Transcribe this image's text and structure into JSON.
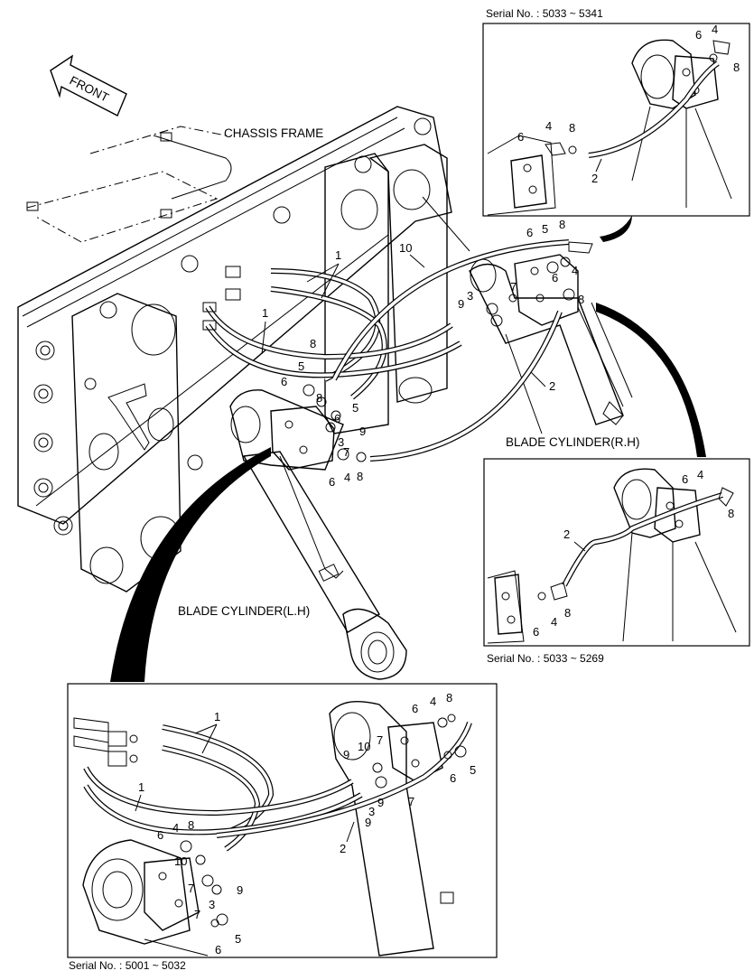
{
  "labels": {
    "front": "FRONT",
    "chassis_frame": "CHASSIS FRAME",
    "blade_cylinder_rh": "BLADE CYLINDER(R.H)",
    "blade_cylinder_lh": "BLADE CYLINDER(L.H)"
  },
  "serials": {
    "top_right": "Serial No. : 5033 ~ 5341",
    "mid_right": "Serial No. : 5033 ~ 5269",
    "bottom": "Serial No. : 5001 ~ 5032"
  },
  "callouts": {
    "main": [
      "1",
      "1",
      "10",
      "5",
      "6",
      "8",
      "6",
      "5",
      "8",
      "7",
      "3",
      "9",
      "6",
      "4",
      "8",
      "2",
      "8",
      "5",
      "6",
      "7",
      "3",
      "9",
      "6",
      "4",
      "8"
    ],
    "top_inset": [
      "6",
      "4",
      "8",
      "6",
      "4",
      "8",
      "2"
    ],
    "mid_inset": [
      "6",
      "4",
      "8",
      "2",
      "6",
      "4",
      "8"
    ],
    "bottom_inset": [
      "1",
      "1",
      "6",
      "4",
      "8",
      "9",
      "10",
      "7",
      "6",
      "5",
      "6",
      "4",
      "8",
      "9",
      "10",
      "3",
      "9",
      "7",
      "2",
      "7",
      "3",
      "9",
      "7",
      "6",
      "5"
    ]
  }
}
